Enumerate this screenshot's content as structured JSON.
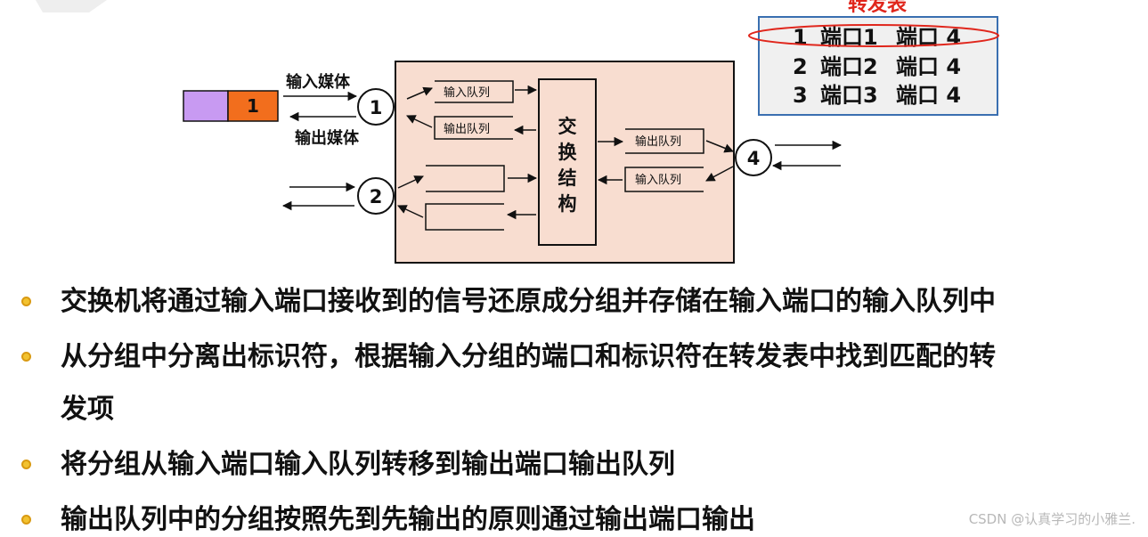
{
  "diagram": {
    "packet_label": "1",
    "input_medium": "输入媒体",
    "output_medium": "输出媒体",
    "port1": "1",
    "port2": "2",
    "port4": "4",
    "port1_input_queue": "输入队列",
    "port1_output_queue": "输出队列",
    "port4_output_queue": "输出队列",
    "port4_input_queue": "输入队列",
    "switch_fabric": [
      "交",
      "换",
      "结",
      "构"
    ]
  },
  "forwarding_table": {
    "title": "转发表",
    "rows": [
      [
        "1",
        "端口1",
        "端口 4"
      ],
      [
        "2",
        "端口2",
        "端口 4"
      ],
      [
        "3",
        "端口3",
        "端口 4"
      ]
    ]
  },
  "bullets": [
    "交换机将通过输入端口接收到的信号还原成分组并存储在输入端口的输入队列中",
    "从分组中分离出标识符，根据输入分组的端口和标识符在转发表中找到匹配的转",
    "发项",
    "将分组从输入端口输入队列转移到输出端口输出队列",
    "输出队列中的分组按照先到先输出的原则通过输出端口输出"
  ],
  "watermark": "CSDN @认真学习的小雅兰."
}
